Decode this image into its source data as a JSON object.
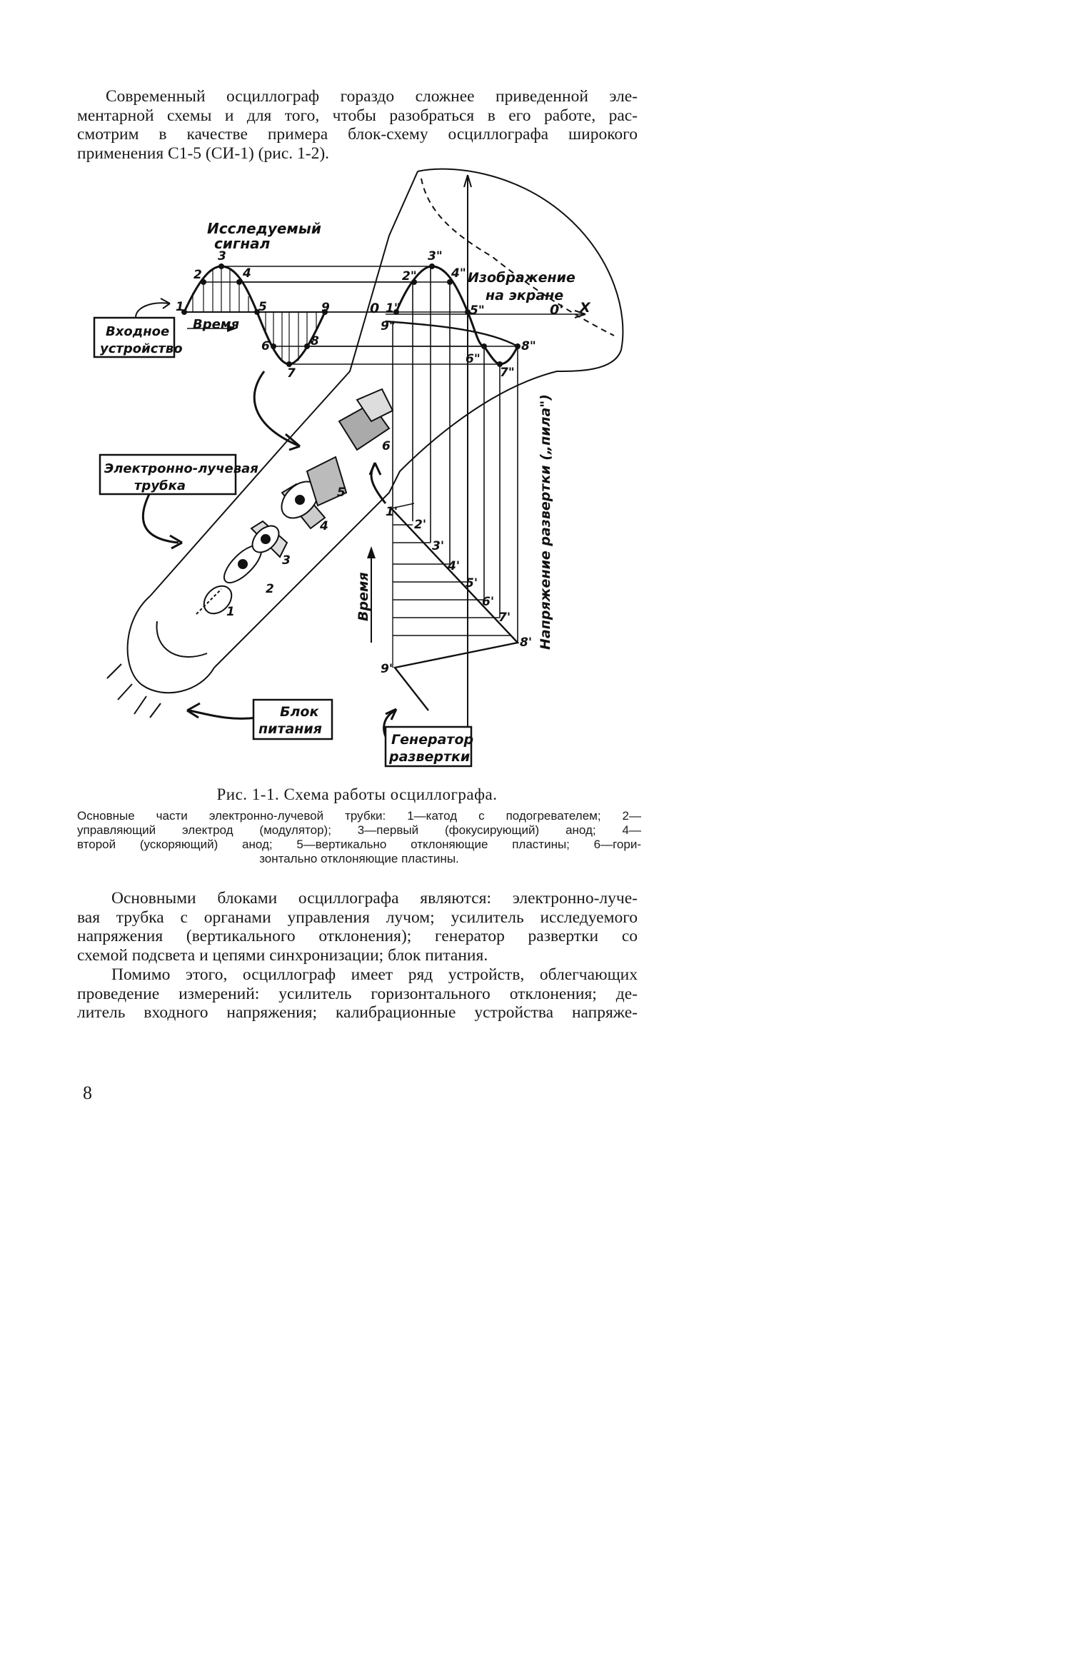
{
  "paragraph1": [
    "Современный осциллограф гораздо сложнее приведенной эле-",
    "ментарной схемы и для того, чтобы разобраться в его работе, рас-",
    "смотрим в качестве примера блок-схему осциллографа широкого",
    "применения С1-5 (СИ-1) (рис. 1-2)."
  ],
  "figure": {
    "signal_label_1": "Исследуемый",
    "signal_label_2": "сигнал",
    "time_label": "Время",
    "input_box_1": "Входное",
    "input_box_2": "устройство",
    "crt_box_1": "Электронно-лучевая",
    "crt_box_2": "трубка",
    "screen_label_1": "Изображение",
    "screen_label_2": "на экране",
    "vertical_time": "Время",
    "sweep_voltage": "Напряжение развертки („пила\")",
    "power_box_1": "Блок",
    "power_box_2": "питания",
    "generator_box_1": "Генератор",
    "generator_box_2": "развертки",
    "axis_zero": "0",
    "axis_zero_prime": "0'",
    "axis_x": "X",
    "signal_points": [
      "1",
      "2",
      "3",
      "4",
      "5",
      "6",
      "7",
      "8",
      "9"
    ],
    "screen_points": [
      "1\"",
      "2\"",
      "3\"",
      "4\"",
      "5\"",
      "6\"",
      "7\"",
      "8\"",
      "9\""
    ],
    "sweep_points": [
      "1'",
      "2'",
      "3'",
      "4'",
      "5'",
      "6'",
      "7'",
      "8'",
      "9'"
    ],
    "part_numbers": [
      "1",
      "2",
      "3",
      "4",
      "5",
      "6"
    ]
  },
  "caption_title": "Рис. 1-1. Схема работы осциллографа.",
  "caption_body": [
    "Основные части электронно-лучевой трубки: 1—катод с подогревателем; 2—",
    "управляющий электрод (модулятор); 3—первый (фокусирующий) анод; 4—",
    "второй (ускоряющий) анод; 5—вертикально отклоняющие пластины; 6—гори-",
    "зонтально отклоняющие пластины."
  ],
  "paragraph2": [
    "Основными блоками осциллографа являются: электронно-луче-",
    "вая трубка с органами управления лучом; усилитель исследуемого",
    "напряжения (вертикального отклонения); генератор развертки со",
    "схемой подсвета и цепями синхронизации; блок питания."
  ],
  "paragraph3": [
    "Помимо этого, осциллограф имеет ряд устройств, облегчающих",
    "проведение измерений: усилитель горизонтального отклонения; де-",
    "литель входного напряжения; калибрационные устройства напряже-"
  ],
  "page_number": "8"
}
